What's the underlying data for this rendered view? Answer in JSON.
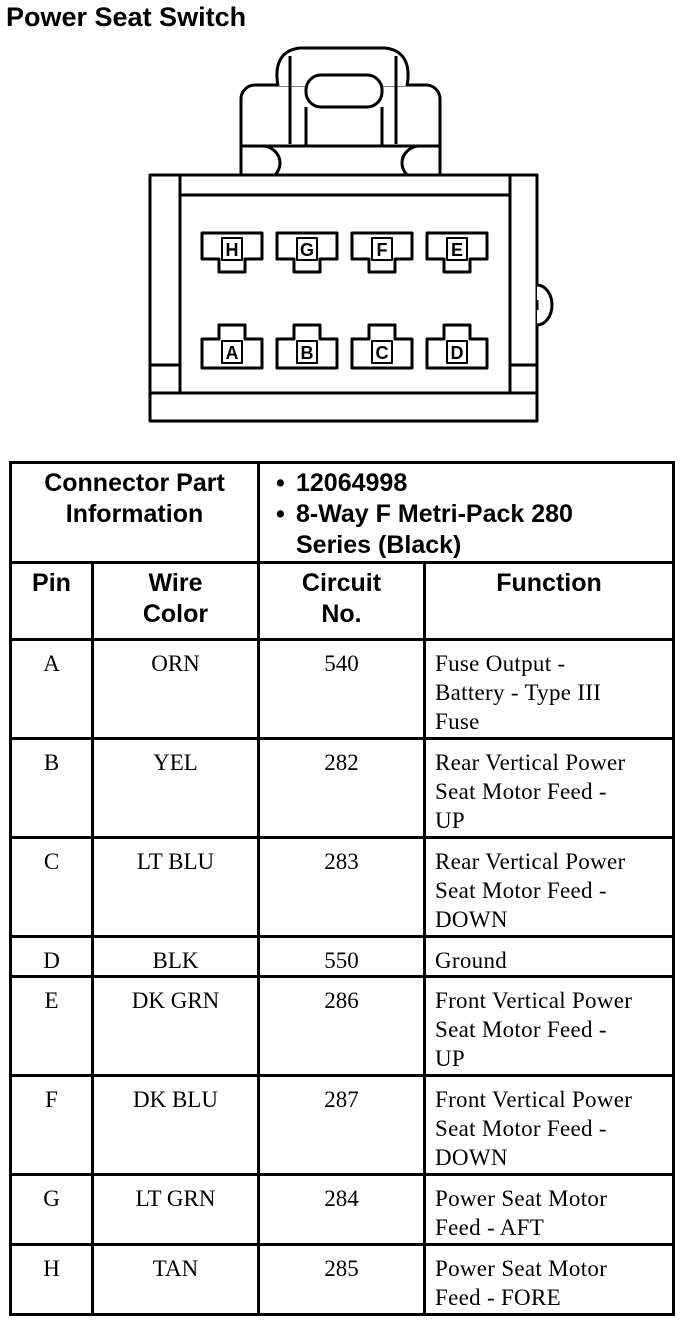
{
  "title": "Power Seat Switch",
  "connector": {
    "top_row": [
      "H",
      "G",
      "F",
      "E"
    ],
    "bottom_row": [
      "A",
      "B",
      "C",
      "D"
    ]
  },
  "info": {
    "label_line1": "Connector Part",
    "label_line2": "Information",
    "bullet": "•",
    "part_number": "12064998",
    "type_line1": "8-Way F Metri-Pack 280",
    "type_line2": "Series (Black)"
  },
  "headers": {
    "pin": "Pin",
    "wire_line1": "Wire",
    "wire_line2": "Color",
    "circuit_line1": "Circuit",
    "circuit_line2": "No.",
    "function": "Function"
  },
  "rows": [
    {
      "pin": "A",
      "wire": "ORN",
      "circuit": "540",
      "function": [
        "Fuse Output -",
        "Battery - Type III",
        "Fuse"
      ]
    },
    {
      "pin": "B",
      "wire": "YEL",
      "circuit": "282",
      "function": [
        "Rear Vertical Power",
        "Seat Motor Feed -",
        "UP"
      ]
    },
    {
      "pin": "C",
      "wire": "LT BLU",
      "circuit": "283",
      "function": [
        "Rear Vertical Power",
        "Seat Motor Feed -",
        "DOWN"
      ]
    },
    {
      "pin": "D",
      "wire": "BLK",
      "circuit": "550",
      "function": [
        "Ground"
      ]
    },
    {
      "pin": "E",
      "wire": "DK GRN",
      "circuit": "286",
      "function": [
        "Front Vertical Power",
        "Seat Motor Feed -",
        "UP"
      ]
    },
    {
      "pin": "F",
      "wire": "DK BLU",
      "circuit": "287",
      "function": [
        "Front Vertical Power",
        "Seat Motor Feed -",
        "DOWN"
      ]
    },
    {
      "pin": "G",
      "wire": "LT GRN",
      "circuit": "284",
      "function": [
        "Power Seat Motor",
        "Feed - AFT"
      ]
    },
    {
      "pin": "H",
      "wire": "TAN",
      "circuit": "285",
      "function": [
        "Power Seat Motor",
        "Feed - FORE"
      ]
    }
  ]
}
